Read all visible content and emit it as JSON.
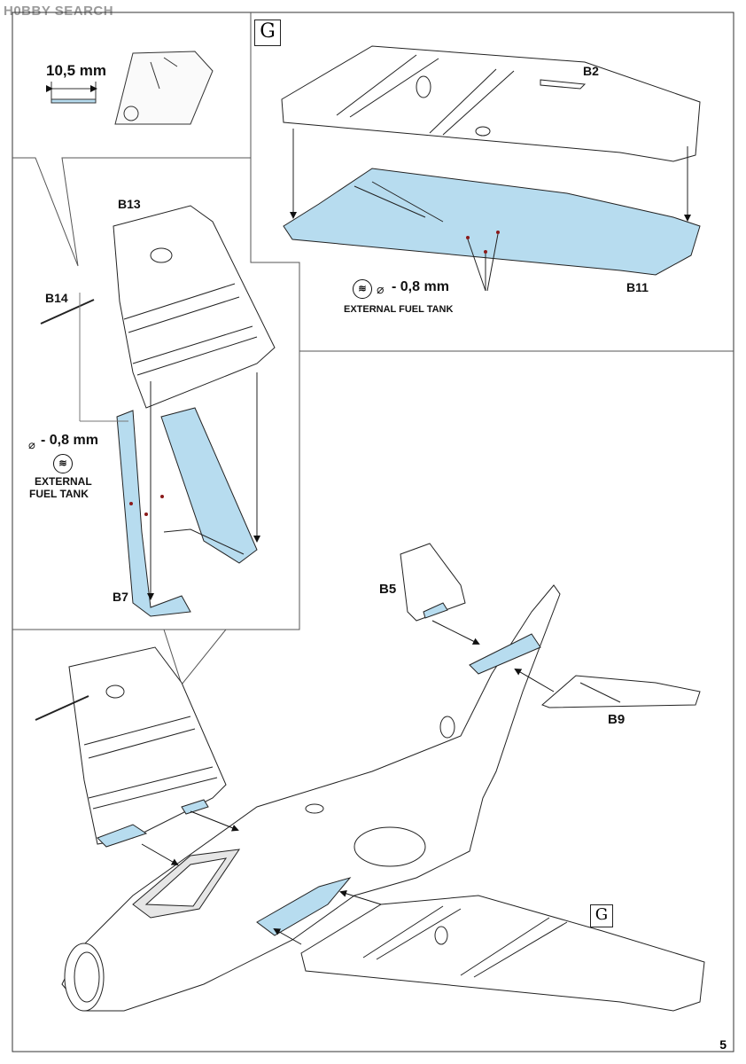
{
  "watermark": "H0BBY SEARCH",
  "page_number": "5",
  "step_marker": "G",
  "inset_measure": "10,5 mm",
  "drill_size": "- 0,8 mm",
  "drill_symbol": "⌀",
  "fuel_tank_line1": "EXTERNAL",
  "fuel_tank_line2": "FUEL TANK",
  "fuel_tank_full": "EXTERNAL FUEL TANK",
  "parts": {
    "b2": "B2",
    "b11": "B11",
    "b13": "B13",
    "b14": "B14",
    "b7": "B7",
    "b5": "B5",
    "b9": "B9"
  },
  "colors": {
    "part_highlight": "#b7dcef",
    "drill_hole": "#8b1a1a",
    "line": "#222222"
  }
}
